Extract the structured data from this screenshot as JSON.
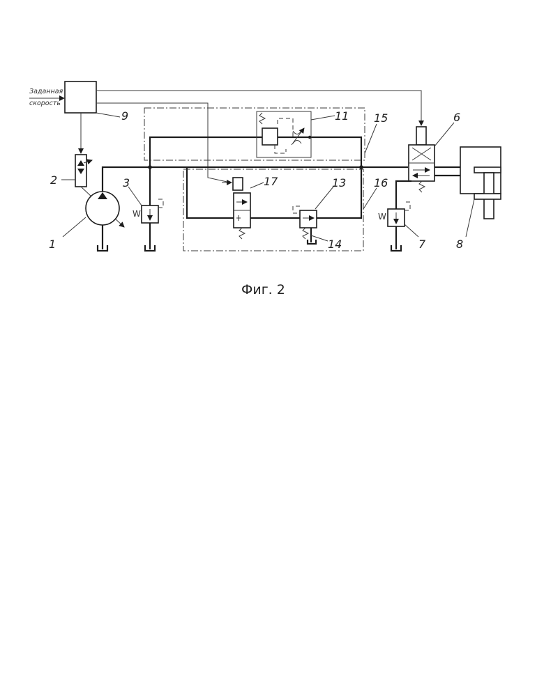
{
  "input_label": {
    "line1": "Заданная",
    "line2": "скорость"
  },
  "labels": {
    "n1": "1",
    "n2": "2",
    "n3": "3",
    "n6": "6",
    "n7": "7",
    "n8": "8",
    "n9": "9",
    "n11": "11",
    "n13": "13",
    "n14": "14",
    "n15": "15",
    "n16": "16",
    "n17": "17"
  },
  "caption": "Фиг. 2"
}
